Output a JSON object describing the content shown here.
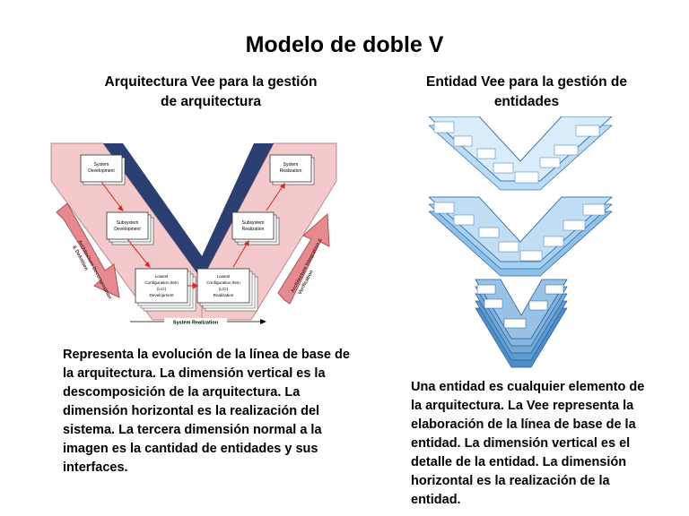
{
  "slide": {
    "title": "Modelo de doble V",
    "left": {
      "heading_line1": "Arquitectura Vee para la gestión",
      "heading_line2": "de arquitectura",
      "description": "Representa la evolución de la línea de base de la arquitectura. La dimensión vertical es la descomposición de la arquitectura. La dimensión horizontal es la realización del sistema. La tercera dimensión normal a la imagen es la cantidad de entidades y sus interfaces."
    },
    "right": {
      "heading_line1": "Entidad Vee para la gestión de",
      "heading_line2": "entidades",
      "description": "Una entidad es cualquier elemento de la arquitectura. La Vee representa la elaboración de la línea de base de la entidad. La dimensión vertical es el detalle de la entidad. La dimensión horizontal es la realización de la entidad."
    }
  },
  "diagram_left": {
    "boxes": {
      "sys_dev": [
        "System",
        "Development"
      ],
      "sub_dev": [
        "Subsystem",
        "Development"
      ],
      "lci_dev": [
        "Lowest",
        "Configuration Item",
        "(LCI)",
        "Development"
      ],
      "lci_real": [
        "Lowest",
        "Configuration Item",
        "(LCI)",
        "Realization"
      ],
      "sub_real": [
        "Subsystem",
        "Realization"
      ],
      "sys_real": [
        "System",
        "Realization"
      ]
    },
    "left_arrow_label_1": "Architecture Decomposition",
    "left_arrow_label_2": "& Definition",
    "right_arrow_label_1": "Architecture Integration &",
    "right_arrow_label_2": "Verification",
    "bottom_label": "System Realization"
  },
  "colors": {
    "pink_fill": "#f4c9cc",
    "pink_arrow": "#e8898f",
    "navy": "#2b3f73",
    "light_blue": "#cfe6f8",
    "mid_blue": "#9fcbed",
    "blue_stroke": "#3d78b5",
    "red_arrow": "#e0251b"
  }
}
